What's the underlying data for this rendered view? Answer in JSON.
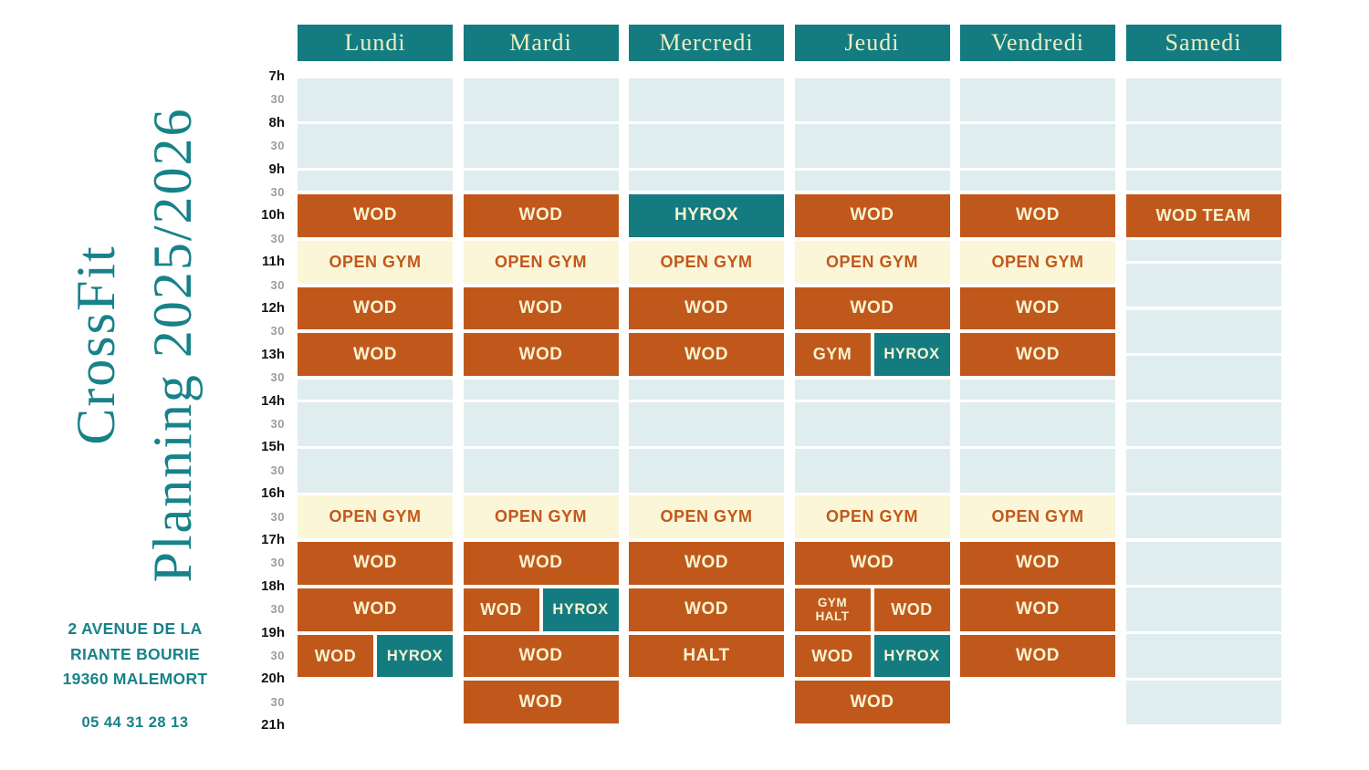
{
  "palette": {
    "teal": "#147C80",
    "orange": "#C1581B",
    "cream": "#FBF6D7",
    "light_blue": "#E0EDEE",
    "cream_text": "#F8F3D3",
    "title_teal": "#17828A"
  },
  "sidebar": {
    "title_line1": "CrossFit",
    "title_line2": "Planning 2025/2026",
    "address_lines": [
      "2 AVENUE DE LA",
      "RIANTE BOURIE",
      "19360 MALEMORT"
    ],
    "phone": "05 44 31 28 13"
  },
  "timeline": {
    "labels": [
      "7h",
      "30",
      "8h",
      "30",
      "9h",
      "30",
      "10h",
      "30",
      "11h",
      "30",
      "12h",
      "30",
      "13h",
      "30",
      "14h",
      "30",
      "15h",
      "30",
      "16h",
      "30",
      "17h",
      "30",
      "18h",
      "30",
      "19h",
      "30",
      "20h",
      "30",
      "21h"
    ]
  },
  "days": [
    {
      "name": "Lundi",
      "free_ranges": [
        [
          7,
          9.5
        ],
        [
          13.5,
          16
        ]
      ],
      "events": [
        {
          "label": "WOD",
          "start": 9.5,
          "end": 10.5,
          "style": "class",
          "span": "full"
        },
        {
          "label": "OPEN GYM",
          "start": 10.5,
          "end": 11.5,
          "style": "open",
          "span": "full"
        },
        {
          "label": "WOD",
          "start": 11.5,
          "end": 12.5,
          "style": "class",
          "span": "full"
        },
        {
          "label": "WOD",
          "start": 12.5,
          "end": 13.5,
          "style": "class",
          "span": "full"
        },
        {
          "label": "OPEN GYM",
          "start": 16,
          "end": 17,
          "style": "open",
          "span": "full"
        },
        {
          "label": "WOD",
          "start": 17,
          "end": 18,
          "style": "class",
          "span": "full"
        },
        {
          "label": "WOD",
          "start": 18,
          "end": 19,
          "style": "class",
          "span": "full"
        },
        {
          "label": "WOD",
          "start": 19,
          "end": 20,
          "style": "class",
          "span": "left"
        },
        {
          "label": "HYROX",
          "start": 19,
          "end": 20,
          "style": "hyrox",
          "span": "right"
        }
      ]
    },
    {
      "name": "Mardi",
      "free_ranges": [
        [
          7,
          9.5
        ],
        [
          13.5,
          16
        ]
      ],
      "events": [
        {
          "label": "WOD",
          "start": 9.5,
          "end": 10.5,
          "style": "class",
          "span": "full"
        },
        {
          "label": "OPEN GYM",
          "start": 10.5,
          "end": 11.5,
          "style": "open",
          "span": "full"
        },
        {
          "label": "WOD",
          "start": 11.5,
          "end": 12.5,
          "style": "class",
          "span": "full"
        },
        {
          "label": "WOD",
          "start": 12.5,
          "end": 13.5,
          "style": "class",
          "span": "full"
        },
        {
          "label": "OPEN GYM",
          "start": 16,
          "end": 17,
          "style": "open",
          "span": "full"
        },
        {
          "label": "WOD",
          "start": 17,
          "end": 18,
          "style": "class",
          "span": "full"
        },
        {
          "label": "WOD",
          "start": 18,
          "end": 19,
          "style": "class",
          "span": "left"
        },
        {
          "label": "HYROX",
          "start": 18,
          "end": 19,
          "style": "hyrox",
          "span": "right"
        },
        {
          "label": "WOD",
          "start": 19,
          "end": 20,
          "style": "class",
          "span": "full"
        },
        {
          "label": "WOD",
          "start": 20,
          "end": 21,
          "style": "class",
          "span": "full"
        }
      ]
    },
    {
      "name": "Mercredi",
      "free_ranges": [
        [
          7,
          9.5
        ],
        [
          13.5,
          16
        ]
      ],
      "events": [
        {
          "label": "HYROX",
          "start": 9.5,
          "end": 10.5,
          "style": "hyrox",
          "span": "full"
        },
        {
          "label": "OPEN GYM",
          "start": 10.5,
          "end": 11.5,
          "style": "open",
          "span": "full"
        },
        {
          "label": "WOD",
          "start": 11.5,
          "end": 12.5,
          "style": "class",
          "span": "full"
        },
        {
          "label": "WOD",
          "start": 12.5,
          "end": 13.5,
          "style": "class",
          "span": "full"
        },
        {
          "label": "OPEN GYM",
          "start": 16,
          "end": 17,
          "style": "open",
          "span": "full"
        },
        {
          "label": "WOD",
          "start": 17,
          "end": 18,
          "style": "class",
          "span": "full"
        },
        {
          "label": "WOD",
          "start": 18,
          "end": 19,
          "style": "class",
          "span": "full"
        },
        {
          "label": "HALT",
          "start": 19,
          "end": 20,
          "style": "class",
          "span": "full"
        }
      ]
    },
    {
      "name": "Jeudi",
      "free_ranges": [
        [
          7,
          9.5
        ],
        [
          13.5,
          16
        ]
      ],
      "events": [
        {
          "label": "WOD",
          "start": 9.5,
          "end": 10.5,
          "style": "class",
          "span": "full"
        },
        {
          "label": "OPEN GYM",
          "start": 10.5,
          "end": 11.5,
          "style": "open",
          "span": "full"
        },
        {
          "label": "WOD",
          "start": 11.5,
          "end": 12.5,
          "style": "class",
          "span": "full"
        },
        {
          "label": "GYM",
          "start": 12.5,
          "end": 13.5,
          "style": "class",
          "span": "left"
        },
        {
          "label": "HYROX",
          "start": 12.5,
          "end": 13.5,
          "style": "hyrox",
          "span": "right"
        },
        {
          "label": "OPEN GYM",
          "start": 16,
          "end": 17,
          "style": "open",
          "span": "full"
        },
        {
          "label": "WOD",
          "start": 17,
          "end": 18,
          "style": "class",
          "span": "full"
        },
        {
          "label": "GYM HALT",
          "lines": [
            "GYM",
            "HALT"
          ],
          "start": 18,
          "end": 19,
          "style": "class",
          "span": "left"
        },
        {
          "label": "WOD",
          "start": 18,
          "end": 19,
          "style": "class",
          "span": "right"
        },
        {
          "label": "WOD",
          "start": 19,
          "end": 20,
          "style": "class",
          "span": "left"
        },
        {
          "label": "HYROX",
          "start": 19,
          "end": 20,
          "style": "hyrox",
          "span": "right"
        },
        {
          "label": "WOD",
          "start": 20,
          "end": 21,
          "style": "class",
          "span": "full"
        }
      ]
    },
    {
      "name": "Vendredi",
      "free_ranges": [
        [
          7,
          9.5
        ],
        [
          13.5,
          16
        ]
      ],
      "events": [
        {
          "label": "WOD",
          "start": 9.5,
          "end": 10.5,
          "style": "class",
          "span": "full"
        },
        {
          "label": "OPEN GYM",
          "start": 10.5,
          "end": 11.5,
          "style": "open",
          "span": "full"
        },
        {
          "label": "WOD",
          "start": 11.5,
          "end": 12.5,
          "style": "class",
          "span": "full"
        },
        {
          "label": "WOD",
          "start": 12.5,
          "end": 13.5,
          "style": "class",
          "span": "full"
        },
        {
          "label": "OPEN GYM",
          "start": 16,
          "end": 17,
          "style": "open",
          "span": "full"
        },
        {
          "label": "WOD",
          "start": 17,
          "end": 18,
          "style": "class",
          "span": "full"
        },
        {
          "label": "WOD",
          "start": 18,
          "end": 19,
          "style": "class",
          "span": "full"
        },
        {
          "label": "WOD",
          "start": 19,
          "end": 20,
          "style": "class",
          "span": "full"
        }
      ]
    },
    {
      "name": "Samedi",
      "free_ranges": [
        [
          7,
          9.5
        ],
        [
          10.5,
          21
        ]
      ],
      "events": [
        {
          "label": "WOD TEAM",
          "start": 9.5,
          "end": 10.5,
          "style": "class",
          "span": "full"
        }
      ]
    }
  ]
}
